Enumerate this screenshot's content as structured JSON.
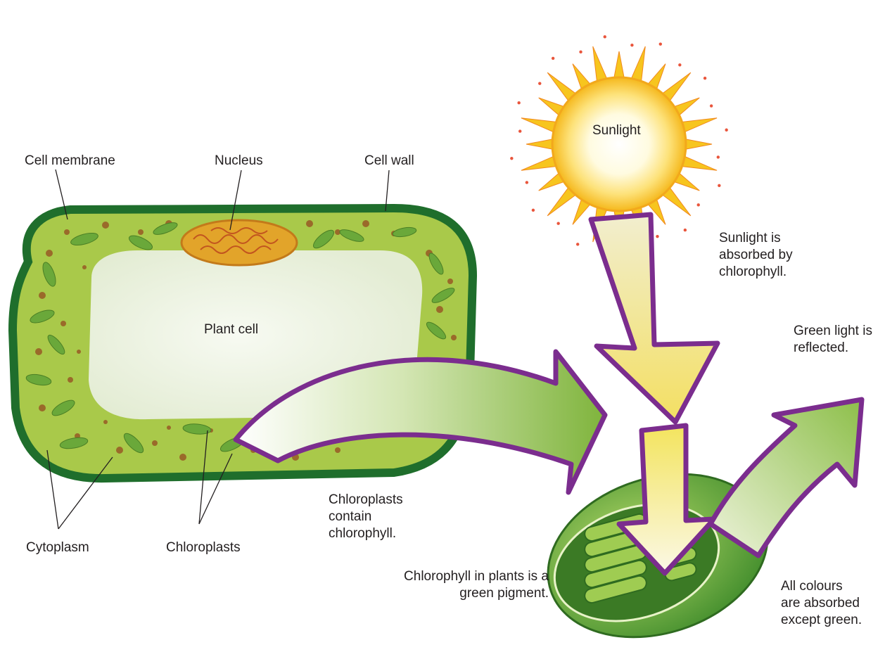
{
  "labels": {
    "cell_membrane": "Cell membrane",
    "nucleus": "Nucleus",
    "cell_wall": "Cell wall",
    "plant_cell": "Plant cell",
    "cytoplasm": "Cytoplasm",
    "chloroplasts": "Chloroplasts",
    "sunlight": "Sunlight",
    "sunlight_absorbed": "Sunlight is\nabsorbed by\nchlorophyll.",
    "green_reflected": "Green light is\nreflected.",
    "chloroplasts_contain": "Chloroplasts\ncontain\nchlorophyll.",
    "chlorophyll_pigment": "Chlorophyll in plants is a\ngreen pigment.",
    "all_colours": "All colours\nare absorbed\nexcept green."
  },
  "colors": {
    "cell_wall": "#1f6e2c",
    "cytoplasm": "#a9c94a",
    "vacuole": "#eef3e6",
    "nucleus": "#e2a42a",
    "chloroplast": "#6aa83a",
    "granules": "#9a6a2a",
    "sun_core": "#fffbe6",
    "sun_ray": "#f7c51e",
    "arrow_outline": "#7b2d8e",
    "yellow_arrow": "#f3e27a",
    "green_arrow": "#8fbe45",
    "text": "#231f20"
  }
}
